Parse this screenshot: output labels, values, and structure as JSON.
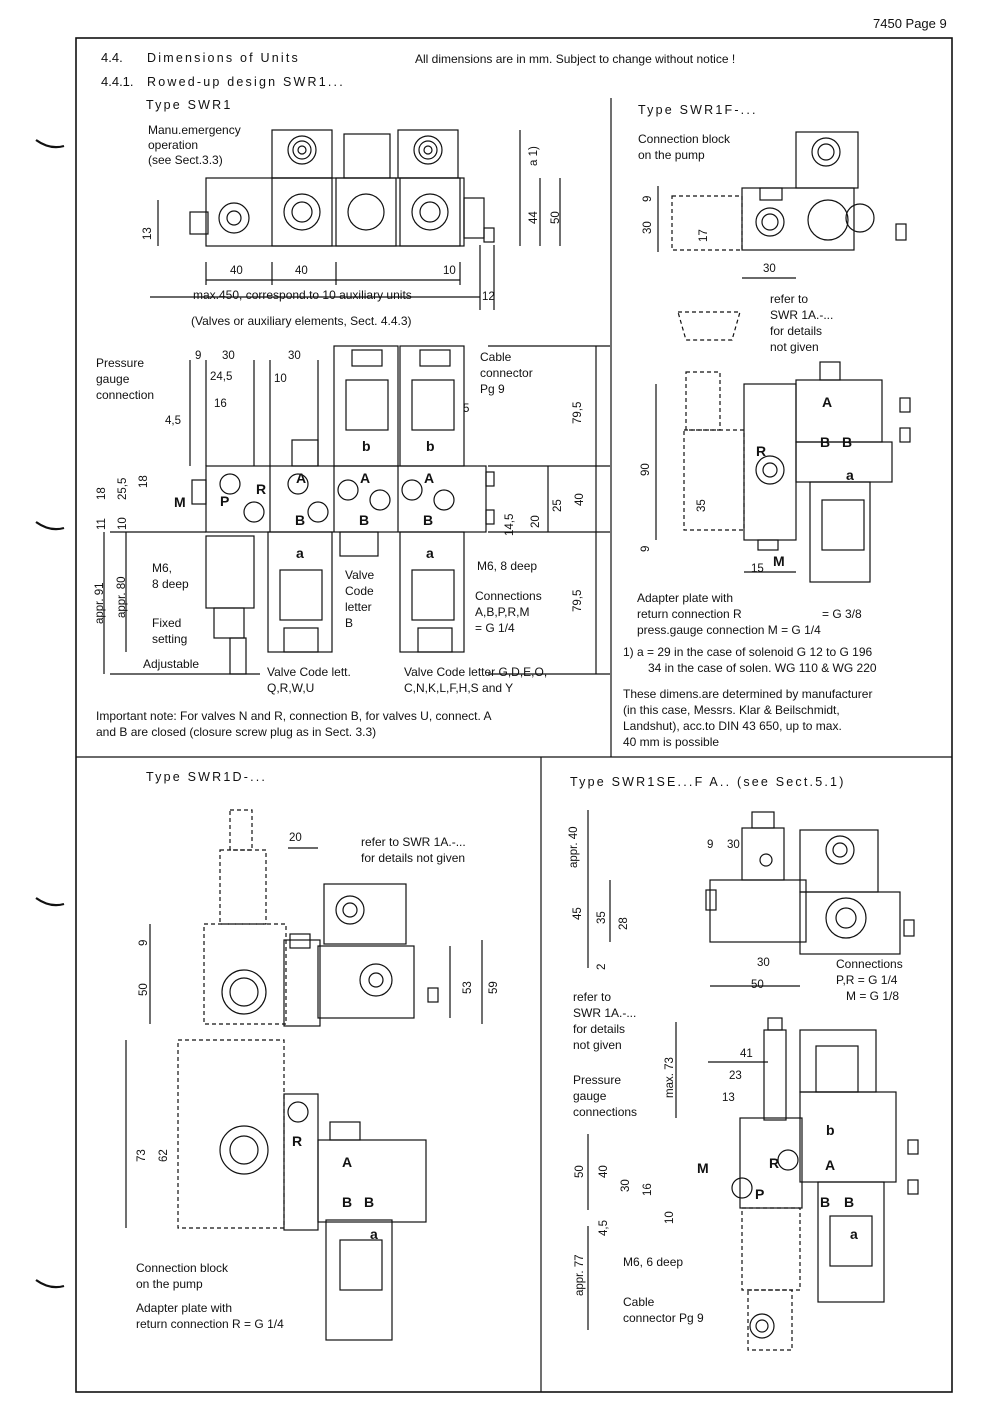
{
  "header": {
    "page": "7450 Page 9"
  },
  "section": {
    "title_num": "4.4.",
    "title_spaced": "Dimensions of Units",
    "title_note": "All dimensions are in mm. Subject to change without notice !",
    "sub_num": "4.4.1.",
    "sub_title": "Rowed-up design SWR1..."
  },
  "swr1": {
    "type_label": "Type SWR1",
    "manual_emergency": [
      "Manu.emergency",
      "operation",
      "(see Sect.3.3)"
    ],
    "dims": {
      "d40a": "40",
      "d40b": "40",
      "d10": "10",
      "d12": "12",
      "d44": "44",
      "d50": "50",
      "d13": "13",
      "a1": "a 1)"
    },
    "max_line": "max.450, correspond.to 10 auxiliary units",
    "valves_line": "(Valves or auxiliary elements, Sect. 4.4.3)"
  },
  "detail": {
    "pressure_gauge": [
      "Pressure",
      "gauge",
      "connection"
    ],
    "cable_connector": [
      "Cable",
      "connector",
      "Pg 9"
    ],
    "dims": {
      "d9": "9",
      "d30a": "30",
      "d30b": "30",
      "d24_5": "24,5",
      "d10": "10",
      "d16": "16",
      "d4_5": "4,5",
      "d5": "5",
      "d79_5a": "79,5",
      "d79_5b": "79,5",
      "d18a": "18",
      "d25_5": "25,5",
      "d18b": "18",
      "d11": "11",
      "d10b": "10",
      "d14_5": "14,5",
      "d20": "20",
      "d25": "25",
      "d40": "40",
      "appr91": "appr. 91",
      "appr80": "appr. 80"
    },
    "ports": {
      "P": "P",
      "R": "R",
      "M": "M",
      "A": "A",
      "B": "B",
      "a": "a",
      "b": "b"
    },
    "m6_left": [
      "M6,",
      "8 deep"
    ],
    "m6_right": "M6, 8 deep",
    "valve_code": [
      "Valve",
      "Code",
      "letter",
      "B"
    ],
    "connections": [
      "Connections",
      "A,B,P,R,M",
      "= G 1/4"
    ],
    "fixed": [
      "Fixed",
      "setting"
    ],
    "adjustable": "Adjustable",
    "code_left": [
      "Valve Code lett.",
      "Q,R,W,U"
    ],
    "code_right": [
      "Valve Code letter G,D,E,O,",
      "C,N,K,L,F,H,S and Y"
    ],
    "important": [
      "Important note: For valves N and R, connection B, for valves U, connect. A",
      "and B are closed (closure screw plug as in Sect. 3.3)"
    ]
  },
  "swr1f": {
    "type_label": "Type SWR1F-...",
    "conn_block": [
      "Connection block",
      "on the pump"
    ],
    "dims": {
      "d9": "9",
      "d30": "30",
      "d17": "17",
      "d30b": "30",
      "d90": "90",
      "d35": "35",
      "d9b": "9",
      "d15": "15"
    },
    "refer": [
      "refer to",
      "SWR 1A.-...",
      "for details",
      "not given"
    ],
    "adapter": [
      "Adapter plate with",
      "return connection R",
      "= G 3/8",
      "press.gauge connection M = G 1/4"
    ],
    "footnote": [
      "1) a = 29 in the case of solenoid G 12 to G 196",
      "34 in the case of solen. WG 110 & WG 220"
    ],
    "dimens_note": [
      "These dimens.are determined by manufacturer",
      "(in this case, Messrs. Klar & Beilschmidt,",
      "Landshut), acc.to DIN 43 650, up to max.",
      "40 mm is possible"
    ]
  },
  "swr1d": {
    "type_label": "Type SWR1D-...",
    "refer": [
      "refer to SWR 1A.-...",
      "for details not given"
    ],
    "dims": {
      "d20": "20",
      "d9": "9",
      "d50": "50",
      "d53": "53",
      "d59": "59",
      "d73": "73",
      "d62": "62"
    },
    "conn_block": [
      "Connection block",
      "on the pump"
    ],
    "adapter": [
      "Adapter plate with",
      "return connection R = G 1/4"
    ]
  },
  "swr1se": {
    "type_label": "Type SWR1SE...F A.. (see Sect.5.1)",
    "dims": {
      "appr40": "appr. 40",
      "d9": "9",
      "d30": "30",
      "d45": "45",
      "d35": "35",
      "d28": "28",
      "d2": "2",
      "d30b": "30",
      "d50": "50",
      "max73": "max. 73",
      "d41": "41",
      "d23": "23",
      "d13": "13",
      "d50b": "50",
      "d40": "40",
      "d30c": "30",
      "d16": "16",
      "d10": "10",
      "d4_5": "4,5",
      "appr77": "appr. 77"
    },
    "connections": [
      "Connections",
      "P,R = G 1/4",
      "M = G 1/8"
    ],
    "refer": [
      "refer to",
      "SWR 1A.-...",
      "for details",
      "not given"
    ],
    "pressure_gauge": [
      "Pressure",
      "gauge",
      "connections"
    ],
    "m6": "M6, 6 deep",
    "cable": [
      "Cable",
      "connector Pg 9"
    ]
  }
}
